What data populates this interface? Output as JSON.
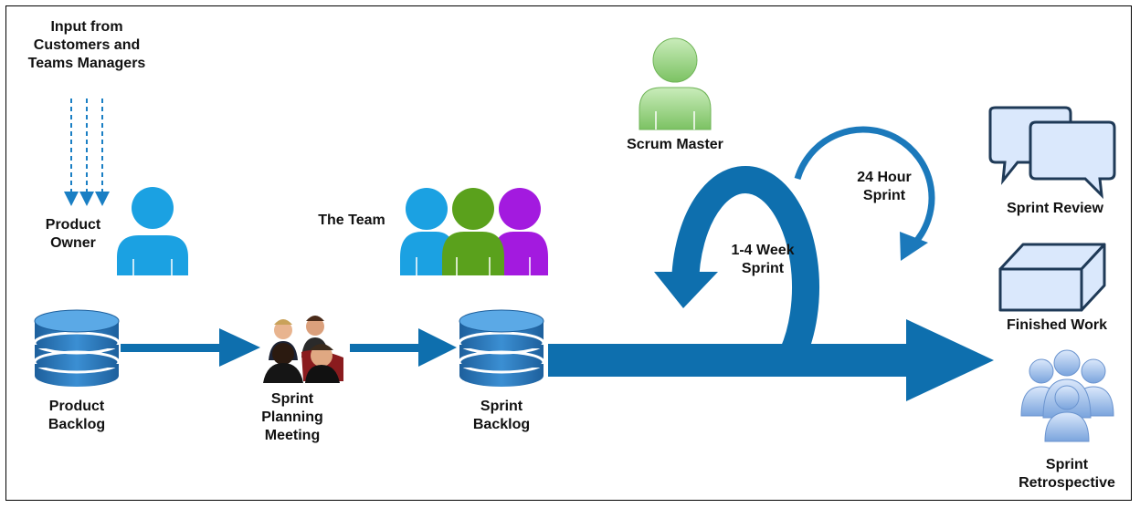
{
  "labels": {
    "input_line1": "Input from",
    "input_line2": "Customers and",
    "input_line3": "Teams Managers",
    "product_owner_line1": "Product",
    "product_owner_line2": "Owner",
    "the_team": "The Team",
    "scrum_master": "Scrum Master",
    "hour_sprint_line1": "24 Hour",
    "hour_sprint_line2": "Sprint",
    "week_sprint_line1": "1-4 Week",
    "week_sprint_line2": "Sprint",
    "product_backlog_line1": "Product",
    "product_backlog_line2": "Backlog",
    "planning_line1": "Sprint",
    "planning_line2": "Planning",
    "planning_line3": "Meeting",
    "sprint_backlog_line1": "Sprint",
    "sprint_backlog_line2": "Backlog",
    "sprint_review": "Sprint Review",
    "finished_work": "Finished Work",
    "retro_line1": "Sprint",
    "retro_line2": "Retrospective"
  },
  "colors": {
    "flow_blue": "#0e6fae",
    "database_blue": "#2f78b8",
    "person_blue": "#1ba1e2",
    "person_green": "#5aa11c",
    "person_purple": "#a31adf",
    "scrum_master_green": "#8fd07a",
    "icon_light_blue": "#dae8fc",
    "icon_dark_outline": "#1f3a57"
  }
}
